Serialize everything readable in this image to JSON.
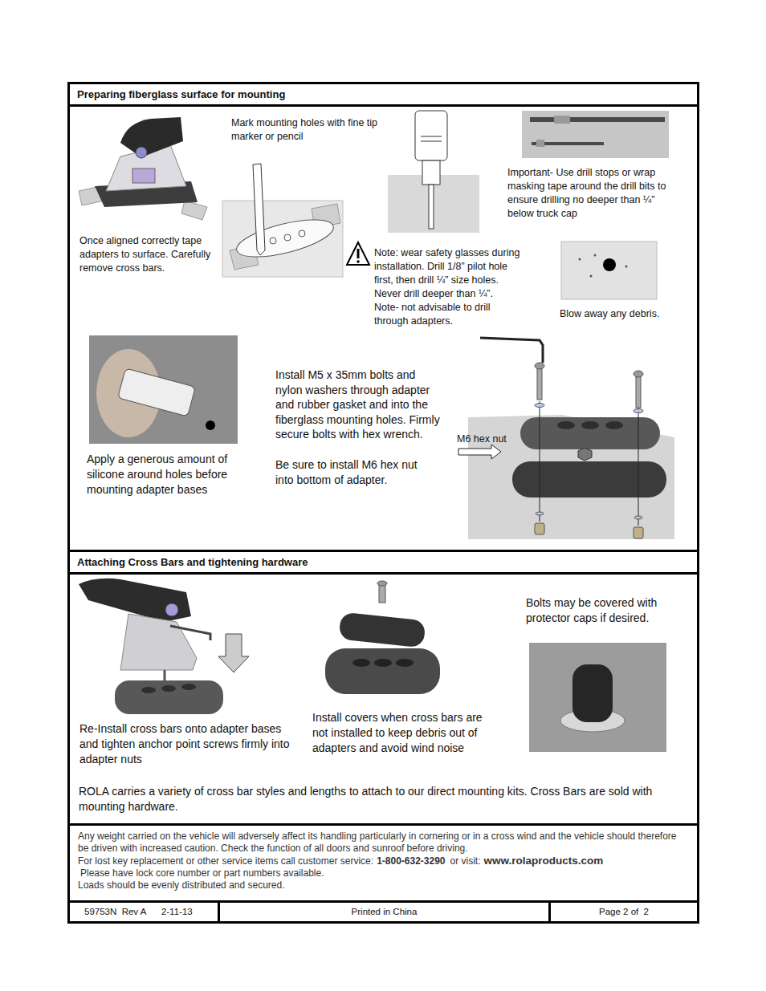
{
  "diagram": {
    "nodes": [
      {
        "text": [
          "Preparing fiberglass surface for mounting"
        ]
      },
      {
        "text": [
          "Attaching Cross Bars and tightening hardware"
        ]
      },
      {
        "text": [
          "Any weight carried on the vehicle will adversely affect its handling particularly in cornering or in a cross wind and the vehicle should therefore be driven with increased caution. Check the function of all doors and sunroof before driving.",
          "For lost key replacement or other service items call customer service:",
          "1-800-632-3290",
          "or visit:",
          "www.rolaproducts.com",
          "Please have lock core number or part numbers available.",
          "Loads should be evenly distributed and secured."
        ]
      },
      {
        "text": [
          "59753N  Rev A      2-11-13"
        ]
      },
      {
        "text": [
          "Printed in China"
        ]
      },
      {
        "text": [
          "Page 2 of  2"
        ]
      }
    ],
    "labels": [
      "Once aligned correctly tape adapters to surface. Carefully remove cross bars.",
      "Mark mounting holes with fine tip marker or pencil",
      "Important- Use drill stops or wrap masking tape around the drill bits to ensure drilling no deeper than ¼” below truck cap",
      "Note: wear safety glasses during installation. Drill 1/8” pilot hole first, then drill ¼” size holes. Never drill deeper than ¼”. Note- not advisable to drill through adapters.",
      "Blow away any debris.",
      "Apply a generous amount of silicone around holes before mounting adapter bases",
      "Install M5 x 35mm bolts and nylon washers through adapter and rubber gasket and into the fiberglass mounting holes. Firmly secure bolts with hex wrench.",
      "Be sure to install M6 hex nut into bottom of adapter.",
      "M6 hex nut",
      "Re-Install cross bars onto adapter bases and tighten anchor point screws firmly into adapter nuts",
      "Install covers when cross bars are not installed to keep debris out of adapters and avoid wind noise",
      "Bolts may be covered with protector caps if desired.",
      "ROLA carries a variety of cross bar styles and lengths to attach to our direct mounting kits. Cross Bars are sold with mounting hardware."
    ]
  }
}
